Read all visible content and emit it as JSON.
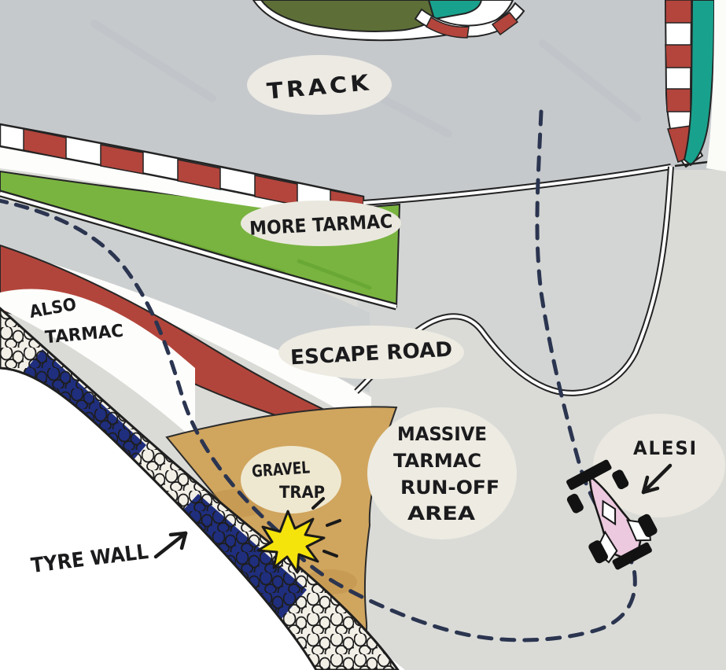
{
  "figure": {
    "type": "hand-drawn-track-incident-map",
    "subject": "Sketch of a race car (Alesi) going off track into a tyre wall"
  },
  "labels": {
    "track": "TRACK",
    "more_tarmac": "MORE TARMAC",
    "escape_road": "ESCAPE ROAD",
    "also_tarmac": [
      "ALSO",
      "TARMAC"
    ],
    "runoff": [
      "MASSIVE",
      "TARMAC",
      "RUN-OFF",
      "AREA"
    ],
    "gravel": [
      "GRAVEL",
      "TRAP"
    ],
    "tyre_wall": "TYRE WALL",
    "driver": "ALESI"
  },
  "icons": {
    "crash_marker": "yellow-star-burst",
    "race_car": "pink-open-wheel-car-top-view",
    "driver_arrow": "arrow-pointing-down-left-to-car",
    "tyre_wall_arrow": "arrow-pointing-up-right-to-wall",
    "car_path": "dashed-trajectory-from-top-looping-to-crash-point",
    "slide_path": "dashed-trajectory-from-upper-left-across-kerb-and-gravel-to-crash-point"
  },
  "colors": {
    "track_grey": "#c6c9cc",
    "runoff_grey": "#dadbd7",
    "kerb_red": "#b2453b",
    "grass_green": "#79b440",
    "infield_olive": "#5d6f37",
    "teal_strip": "#18a28d",
    "gravel_tan": "#d0a55e",
    "tyre_wall_blue": "#1f2e7d",
    "car_pink": "#ecc9df",
    "crash_yellow": "#f5e30c",
    "path_dash": "#2b3550",
    "ink": "#1b1b1d",
    "paper": "#ffffff",
    "label_patch": "#edebe2"
  }
}
